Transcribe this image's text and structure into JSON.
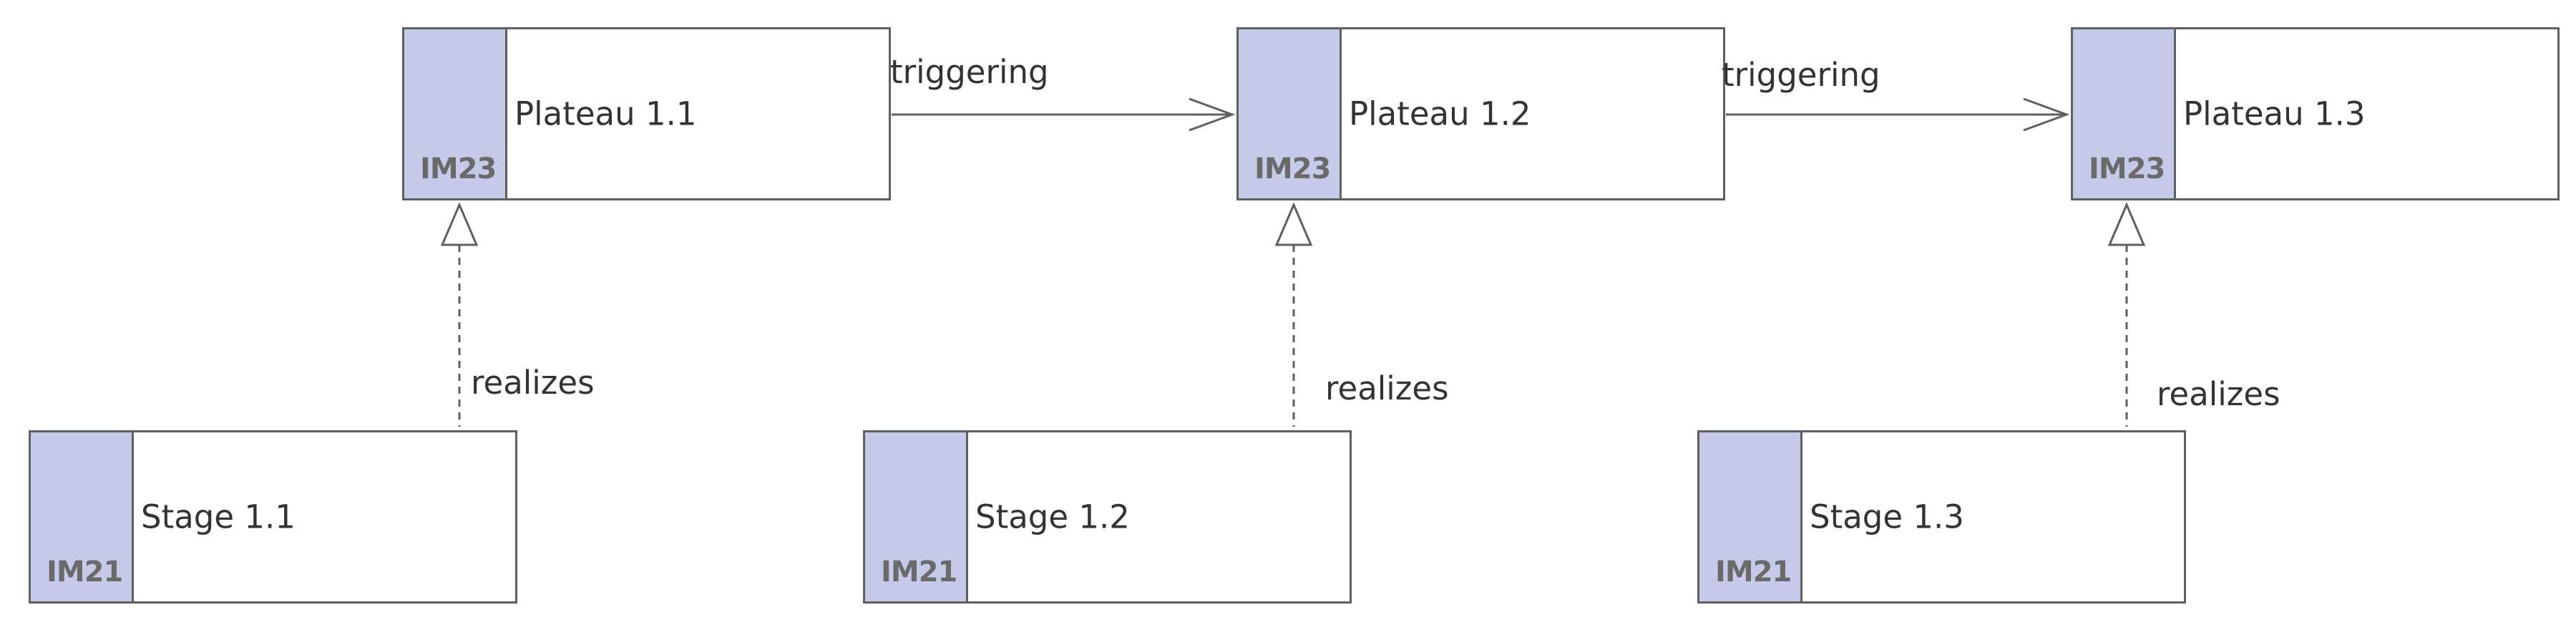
{
  "plateaus": [
    {
      "label": "Plateau 1.1",
      "code": "IM23"
    },
    {
      "label": "Plateau 1.2",
      "code": "IM23"
    },
    {
      "label": "Plateau 1.3",
      "code": "IM23"
    }
  ],
  "stages": [
    {
      "label": "Stage 1.1",
      "code": "IM21"
    },
    {
      "label": "Stage 1.2",
      "code": "IM21"
    },
    {
      "label": "Stage 1.3",
      "code": "IM21"
    }
  ],
  "triggering_edges": [
    {
      "label": "triggering",
      "from": "Plateau 1.1",
      "to": "Plateau 1.2"
    },
    {
      "label": "triggering",
      "from": "Plateau 1.2",
      "to": "Plateau 1.3"
    }
  ],
  "realizes_edges": [
    {
      "label": "realizes",
      "from": "Stage 1.1",
      "to": "Plateau 1.1"
    },
    {
      "label": "realizes",
      "from": "Stage 1.2",
      "to": "Plateau 1.2"
    },
    {
      "label": "realizes",
      "from": "Stage 1.3",
      "to": "Plateau 1.3"
    }
  ],
  "colors": {
    "stripe": "#c5cae9",
    "border": "#5f5f5f",
    "text": "#333333"
  }
}
